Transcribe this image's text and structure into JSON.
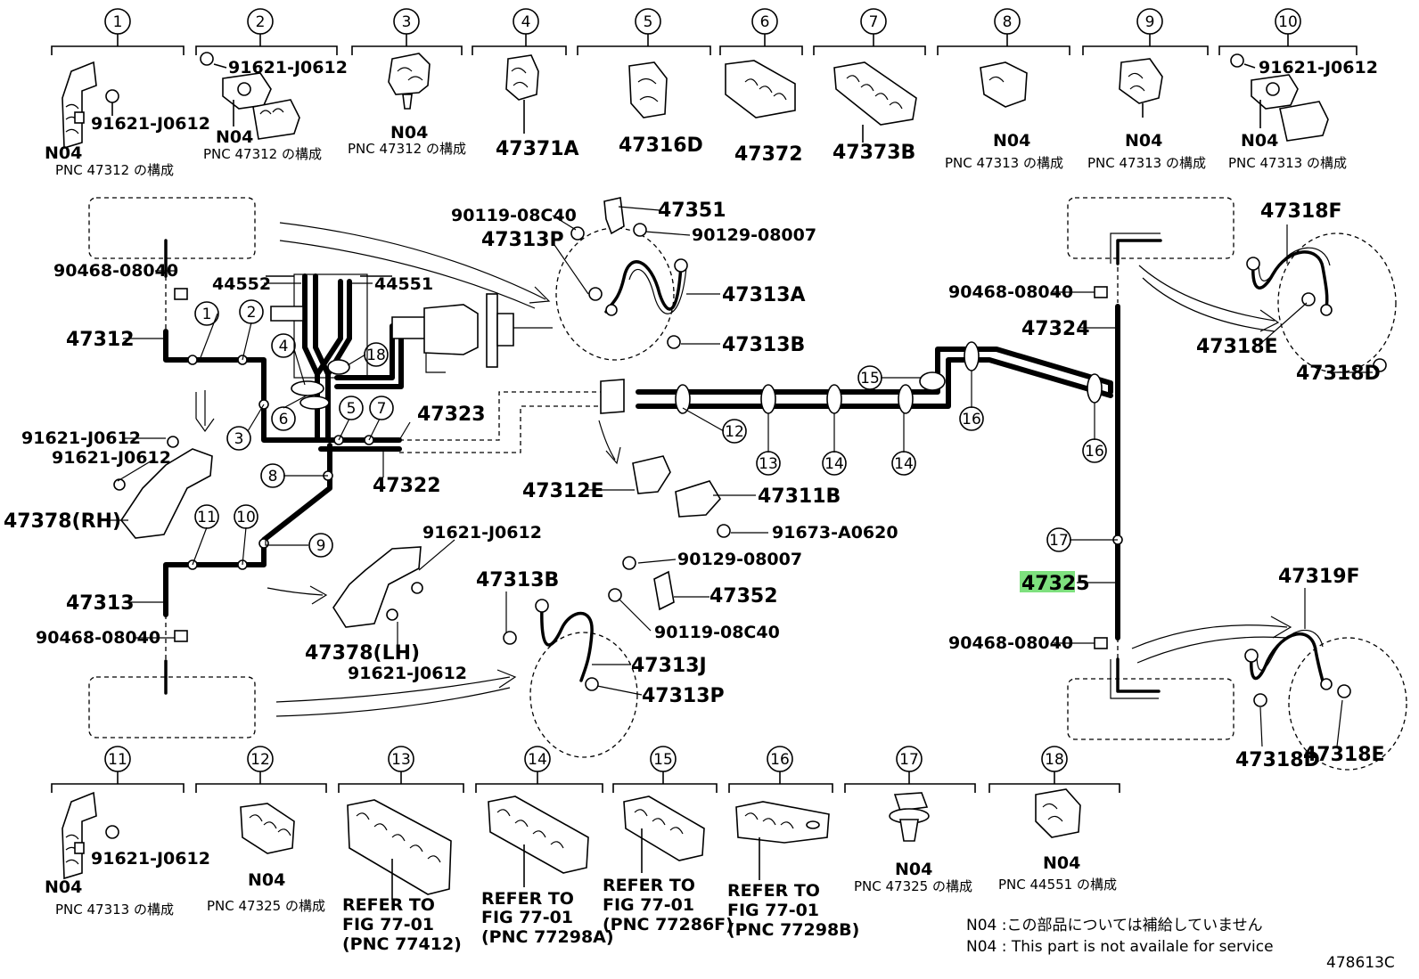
{
  "callouts_top": [
    "1",
    "2",
    "3",
    "4",
    "5",
    "6",
    "7",
    "8",
    "9",
    "10"
  ],
  "callouts_bottom": [
    "11",
    "12",
    "13",
    "14",
    "15",
    "16",
    "17",
    "18"
  ],
  "top_parts": {
    "p1": {
      "note": "N04",
      "caption": "PNC 47312 の構成",
      "bolt": "91621-J0612"
    },
    "p2": {
      "note": "N04",
      "caption": "PNC 47312 の構成",
      "bolt": "91621-J0612"
    },
    "p3": {
      "note": "N04",
      "caption": "PNC 47312 の構成"
    },
    "p4": {
      "code": "47371A"
    },
    "p5": {
      "code": "47316D"
    },
    "p6": {
      "code": "47372"
    },
    "p7": {
      "code": "47373B"
    },
    "p8": {
      "note": "N04",
      "caption": "PNC 47313 の構成"
    },
    "p9": {
      "note": "N04",
      "caption": "PNC 47313 の構成"
    },
    "p10": {
      "note": "N04",
      "caption": "PNC 47313 の構成",
      "bolt": "91621-J0612"
    }
  },
  "bottom_parts": {
    "p11": {
      "note": "N04",
      "caption": "PNC 47313 の構成",
      "bolt": "91621-J0612"
    },
    "p12": {
      "note": "N04",
      "caption": "PNC 47325 の構成"
    },
    "p13": {
      "ref": [
        "REFER TO",
        "FIG 77-01",
        "(PNC 77412)"
      ]
    },
    "p14": {
      "ref": [
        "REFER TO",
        "FIG 77-01",
        "(PNC 77298A)"
      ]
    },
    "p15": {
      "ref": [
        "REFER TO",
        "FIG 77-01",
        "(PNC 77286F)"
      ]
    },
    "p16": {
      "ref": [
        "REFER TO",
        "FIG 77-01",
        "(PNC 77298B)"
      ]
    },
    "p17": {
      "note": "N04",
      "caption": "PNC 47325 の構成"
    },
    "p18": {
      "note": "N04",
      "caption": "PNC 44551 の構成"
    }
  },
  "labels": {
    "l90468a": "90468-08040",
    "l47312": "47312",
    "l44552": "44552",
    "l44551": "44551",
    "l91621a": "91621-J0612",
    "l91621b": "91621-J0612",
    "l47378rh": "47378(RH)",
    "l47313": "47313",
    "l90468b": "90468-08040",
    "l47323": "47323",
    "l47322": "47322",
    "l90119a": "90119-08C40",
    "l47351": "47351",
    "l47313p_a": "47313P",
    "l90129a": "90129-08007",
    "l47313a": "47313A",
    "l47313b_a": "47313B",
    "l47312e": "47312E",
    "l47311b": "47311B",
    "l91673": "91673-A0620",
    "l91621c": "91621-J0612",
    "l47378lh": "47378(LH)",
    "l91621d": "91621-J0612",
    "l47313b_b": "47313B",
    "l90129b": "90129-08007",
    "l47352": "47352",
    "l90119b": "90119-08C40",
    "l47313j": "47313J",
    "l47313p_b": "47313P",
    "l90468c": "90468-08040",
    "l47324": "47324",
    "l47325": "47325",
    "l90468d": "90468-08040",
    "l47318f": "47318F",
    "l47318e_a": "47318E",
    "l47318d_a": "47318D",
    "l47319f": "47319F",
    "l47318d_b": "47318D",
    "l47318e_b": "47318E"
  },
  "inline_callouts": {
    "c1": "1",
    "c2": "2",
    "c3": "3",
    "c4": "4",
    "c5": "5",
    "c6": "6",
    "c7": "7",
    "c8": "8",
    "c9": "9",
    "c10": "10",
    "c11": "11",
    "c12": "12",
    "c13": "13",
    "c14a": "14",
    "c14b": "14",
    "c15": "15",
    "c16a": "16",
    "c16b": "16",
    "c17": "17",
    "c18": "18"
  },
  "notes": {
    "jp": "N04 :この部品については補給していません",
    "en": "N04 : This part is not availale for service"
  },
  "figure_id": "478613C",
  "highlight_color": "#7ee07e"
}
